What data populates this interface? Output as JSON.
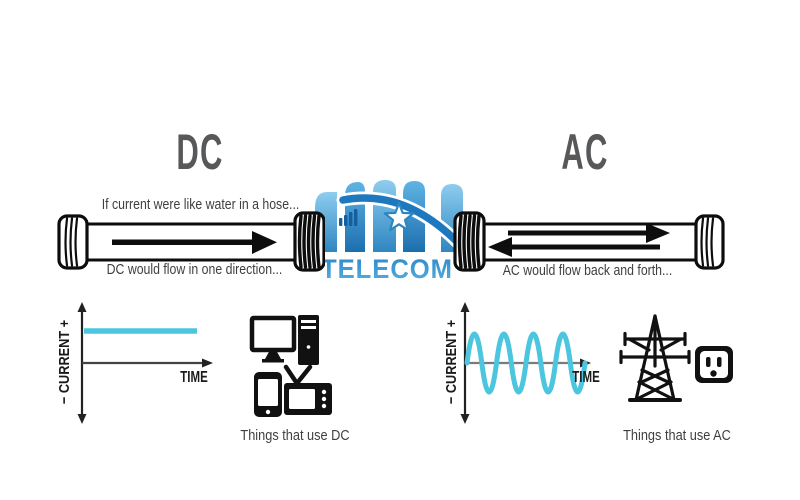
{
  "diagram": {
    "dc": {
      "title": "DC",
      "hose_caption_top": "If current were like water in a hose...",
      "hose_caption_bottom": "DC would flow in one direction...",
      "flow_direction": "one direction, single arrow pointing right",
      "graph": {
        "y_axis_label": "− CURRENT +",
        "x_axis_label": "TIME",
        "waveform": "constant positive flat line",
        "line_color": "#4cc6de"
      },
      "devices": [
        "desktop computer",
        "smartphone",
        "television"
      ],
      "devices_label": "Things that use DC"
    },
    "ac": {
      "title": "AC",
      "hose_caption_bottom": "AC would flow back and forth...",
      "flow_direction": "back and forth, double opposing arrows",
      "graph": {
        "y_axis_label": "− CURRENT +",
        "x_axis_label": "TIME",
        "waveform": "sine wave, 4 cycles",
        "line_color": "#4cc6de"
      },
      "devices": [
        "transmission tower",
        "power outlet"
      ],
      "devices_label": "Things that use AC"
    },
    "logo": {
      "wordmark": "TELECOM"
    }
  },
  "colors": {
    "accent_cyan": "#4cc6de",
    "logo_blue": "#2e86c1",
    "title_gray": "#57585a",
    "text_dark": "#3f3f3f",
    "ink_black": "#111111"
  }
}
